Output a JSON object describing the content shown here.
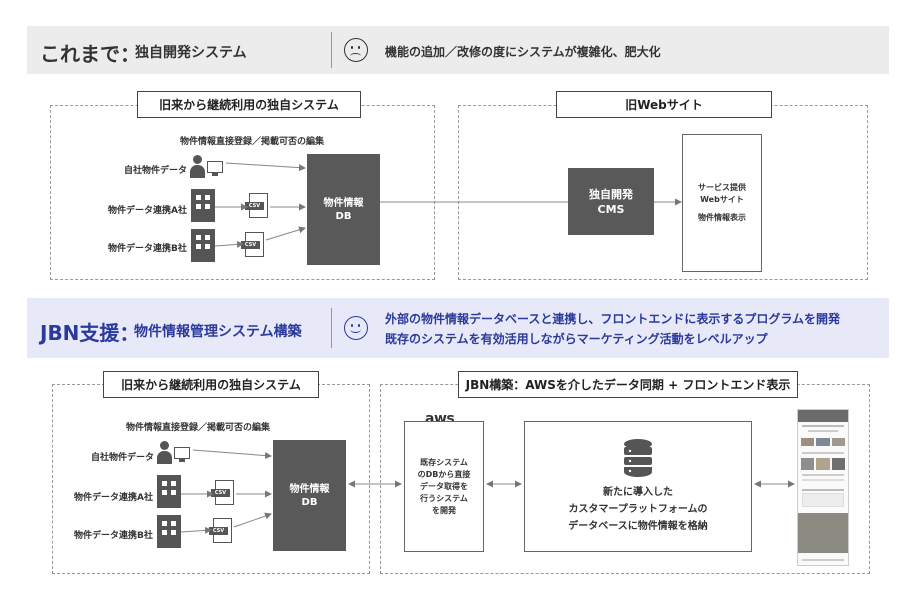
{
  "top_banner": {
    "title": "これまで：",
    "subtitle": "独自開発システム",
    "description": "機能の追加／改修の度にシステムが複雑化、肥大化"
  },
  "old": {
    "legacy": {
      "header": "旧来から継続利用の独自システム",
      "edit_note": "物件情報直接登録／掲載可否の編集",
      "source_own": "自社物件データ",
      "source_a": "物件データ連携A社",
      "source_b": "物件データ連携B社",
      "csv": "CSV",
      "db_line1": "物件情報",
      "db_line2": "DB"
    },
    "web": {
      "header": "旧Webサイト",
      "cms_line1": "独自開発",
      "cms_line2": "CMS",
      "site_line1": "サービス提供",
      "site_line2": "Webサイト",
      "site_line3": "物件情報表示"
    }
  },
  "bottom_banner": {
    "title": "JBN支援：",
    "subtitle": "物件情報管理システム構築",
    "description_1": "外部の物件情報データベースと連携し、フロントエンドに表示するプログラムを開発",
    "description_2": "既存のシステムを有効活用しながらマーケティング活動をレベルアップ"
  },
  "new": {
    "legacy": {
      "header": "旧来から継続利用の独自システム",
      "edit_note": "物件情報直接登録／掲載可否の編集",
      "source_own": "自社物件データ",
      "source_a": "物件データ連携A社",
      "source_b": "物件データ連携B社",
      "csv": "CSV",
      "db_line1": "物件情報",
      "db_line2": "DB"
    },
    "jbn": {
      "header": "JBN構築：AWSを介したデータ同期 + フロントエンド表示",
      "aws_logo": "aws",
      "aws_desc_1": "既存システム",
      "aws_desc_2": "のDBから直接",
      "aws_desc_3": "データ取得を",
      "aws_desc_4": "行うシステム",
      "aws_desc_5": "を開発",
      "cdp_line1": "新たに導入した",
      "cdp_line2": "カスタマープラットフォームの",
      "cdp_line3": "データベースに物件情報を格納"
    }
  },
  "colors": {
    "accent_blue": "#2b3a9c",
    "db_gray": "#595959",
    "aws_orange": "#f39a1e"
  }
}
